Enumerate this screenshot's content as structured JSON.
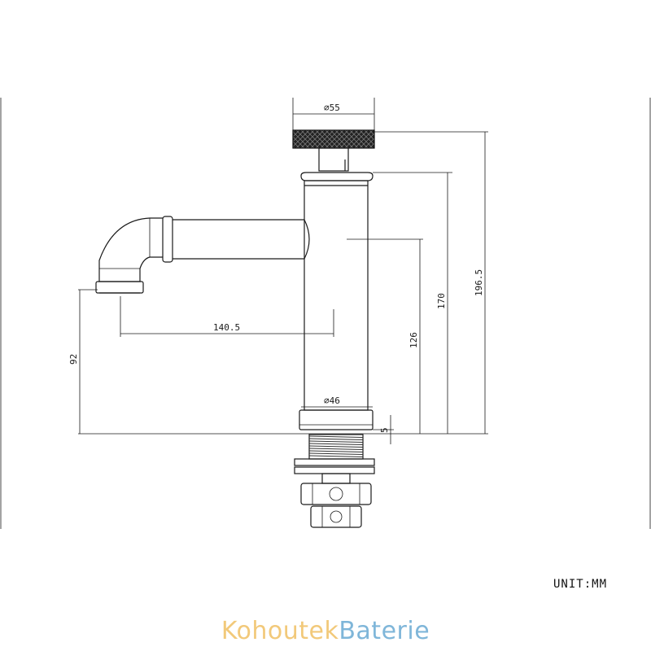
{
  "dimensions": {
    "handle_diameter": "∅55",
    "body_diameter": "∅46",
    "spout_reach": "140.5",
    "spout_height": "92",
    "outlet_height": "126",
    "body_height": "170",
    "total_height": "196.5",
    "base_thickness": "5"
  },
  "unit_label": "UNIT:MM",
  "brand": {
    "part1": "Kohoutek",
    "part2": "Baterie"
  },
  "colors": {
    "line": "#1a1a1a",
    "brand_yellow": "#f2c97a",
    "brand_blue": "#7fb6d9"
  }
}
